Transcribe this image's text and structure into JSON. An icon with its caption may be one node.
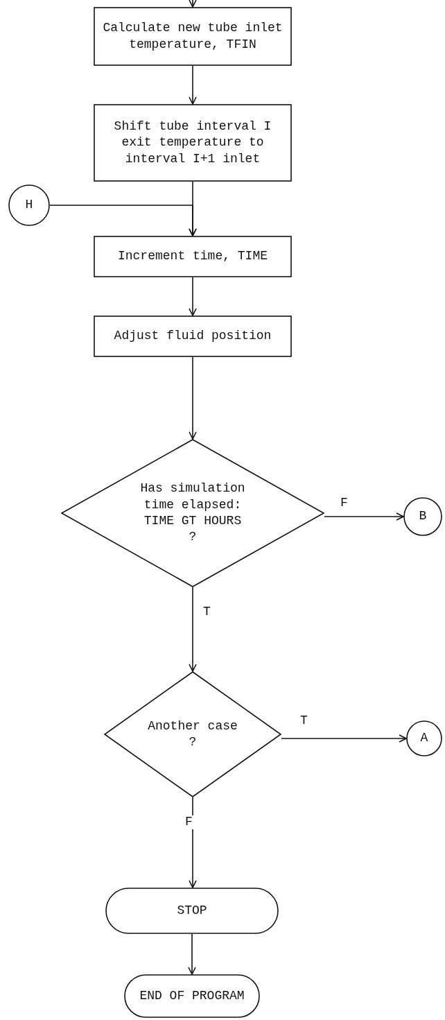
{
  "diagram": {
    "nodes": [
      {
        "text": [
          "Calculate new tube inlet temperature, TFIN"
        ]
      },
      {
        "text": [
          "Shift tube interval I exit temperature to interval I+1 inlet"
        ]
      },
      {
        "text": [
          "H"
        ]
      },
      {
        "text": [
          "Increment time, TIME"
        ]
      },
      {
        "text": [
          "Adjust fluid position"
        ]
      },
      {
        "text": [
          "Has simulation time elapsed: TIME GT HOURS ?"
        ]
      },
      {
        "text": [
          "B"
        ]
      },
      {
        "text": [
          "Another case ?"
        ]
      },
      {
        "text": [
          "A"
        ]
      },
      {
        "text": [
          "STOP"
        ]
      },
      {
        "text": [
          "END OF PROGRAM"
        ]
      }
    ],
    "edges": [
      {
        "from": null,
        "to": 0,
        "arrow": "to"
      },
      {
        "from": 0,
        "to": 1,
        "arrow": "to"
      },
      {
        "from": 1,
        "to": 3,
        "arrow": "to"
      },
      {
        "from": 2,
        "to": 3,
        "arrow": "to"
      },
      {
        "from": 3,
        "to": 4,
        "arrow": "to"
      },
      {
        "from": 4,
        "to": 5,
        "arrow": "to"
      },
      {
        "from": 5,
        "to": 6,
        "label": "F",
        "arrow": "to"
      },
      {
        "from": 5,
        "to": 7,
        "label": "T",
        "arrow": "to"
      },
      {
        "from": 7,
        "to": 8,
        "label": "T",
        "arrow": "to"
      },
      {
        "from": 7,
        "to": 9,
        "label": "F",
        "arrow": "to"
      },
      {
        "from": 9,
        "to": 10,
        "arrow": "to"
      }
    ]
  }
}
